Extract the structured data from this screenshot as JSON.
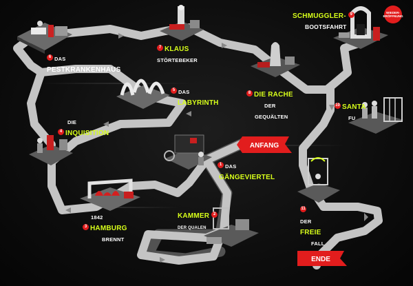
{
  "colors": {
    "path": "#bfbfbf",
    "accent": "#d8ff1a",
    "marker": "#e21d1d",
    "background": "#0b0b0b"
  },
  "start_label": "ANFANG",
  "end_label": "ENDE",
  "reopening_badge": {
    "line1": "WIEDER-",
    "line2": "ERÖFFNUNG"
  },
  "stations": [
    {
      "id": "pestkrankenhaus",
      "number": "6",
      "line1": "DAS",
      "line2": "PESTKRANKENHAUS",
      "icon": "hospital-scene-icon"
    },
    {
      "id": "klaus",
      "number": "7",
      "line1": "KLAUS",
      "line2": "STÖRTEBEKER",
      "icon": "pirate-scene-icon"
    },
    {
      "id": "schmuggler",
      "number": "9",
      "line1": "SCHMUGGLER-",
      "line2": "BOOTSFAHRT",
      "icon": "boat-scene-icon"
    },
    {
      "id": "labyrinth",
      "number": "5",
      "line1": "DAS",
      "line2": "LABYRINTH",
      "icon": "labyrinth-scene-icon"
    },
    {
      "id": "rache",
      "number": "8",
      "line1": "DIE RACHE",
      "line2": "DER",
      "line3": "GEQUÄLTEN",
      "icon": "ghost-scene-icon"
    },
    {
      "id": "santa",
      "number": "10",
      "line1": "SANTA",
      "line2": "FU",
      "icon": "cage-scene-icon"
    },
    {
      "id": "inquisition",
      "number": "4",
      "line1": "DIE",
      "line2": "INQUISITION",
      "icon": "inquisition-scene-icon"
    },
    {
      "id": "gaengeviertel",
      "number": "1",
      "line1": "DAS",
      "line2": "GÄNGEVIERTEL",
      "icon": "alley-scene-icon"
    },
    {
      "id": "hamburg",
      "number": "3",
      "line1": "1842",
      "line2": "HAMBURG",
      "line3": "BRENNT",
      "icon": "fire-scene-icon"
    },
    {
      "id": "kammer",
      "number": "2",
      "line1": "KAMMER",
      "line2": "DER QUALEN",
      "icon": "torture-scene-icon"
    },
    {
      "id": "freie_fall",
      "number": "11",
      "line1": "DER",
      "line2": "FREIE",
      "line3": "FALL",
      "icon": "drop-tower-scene-icon"
    }
  ]
}
